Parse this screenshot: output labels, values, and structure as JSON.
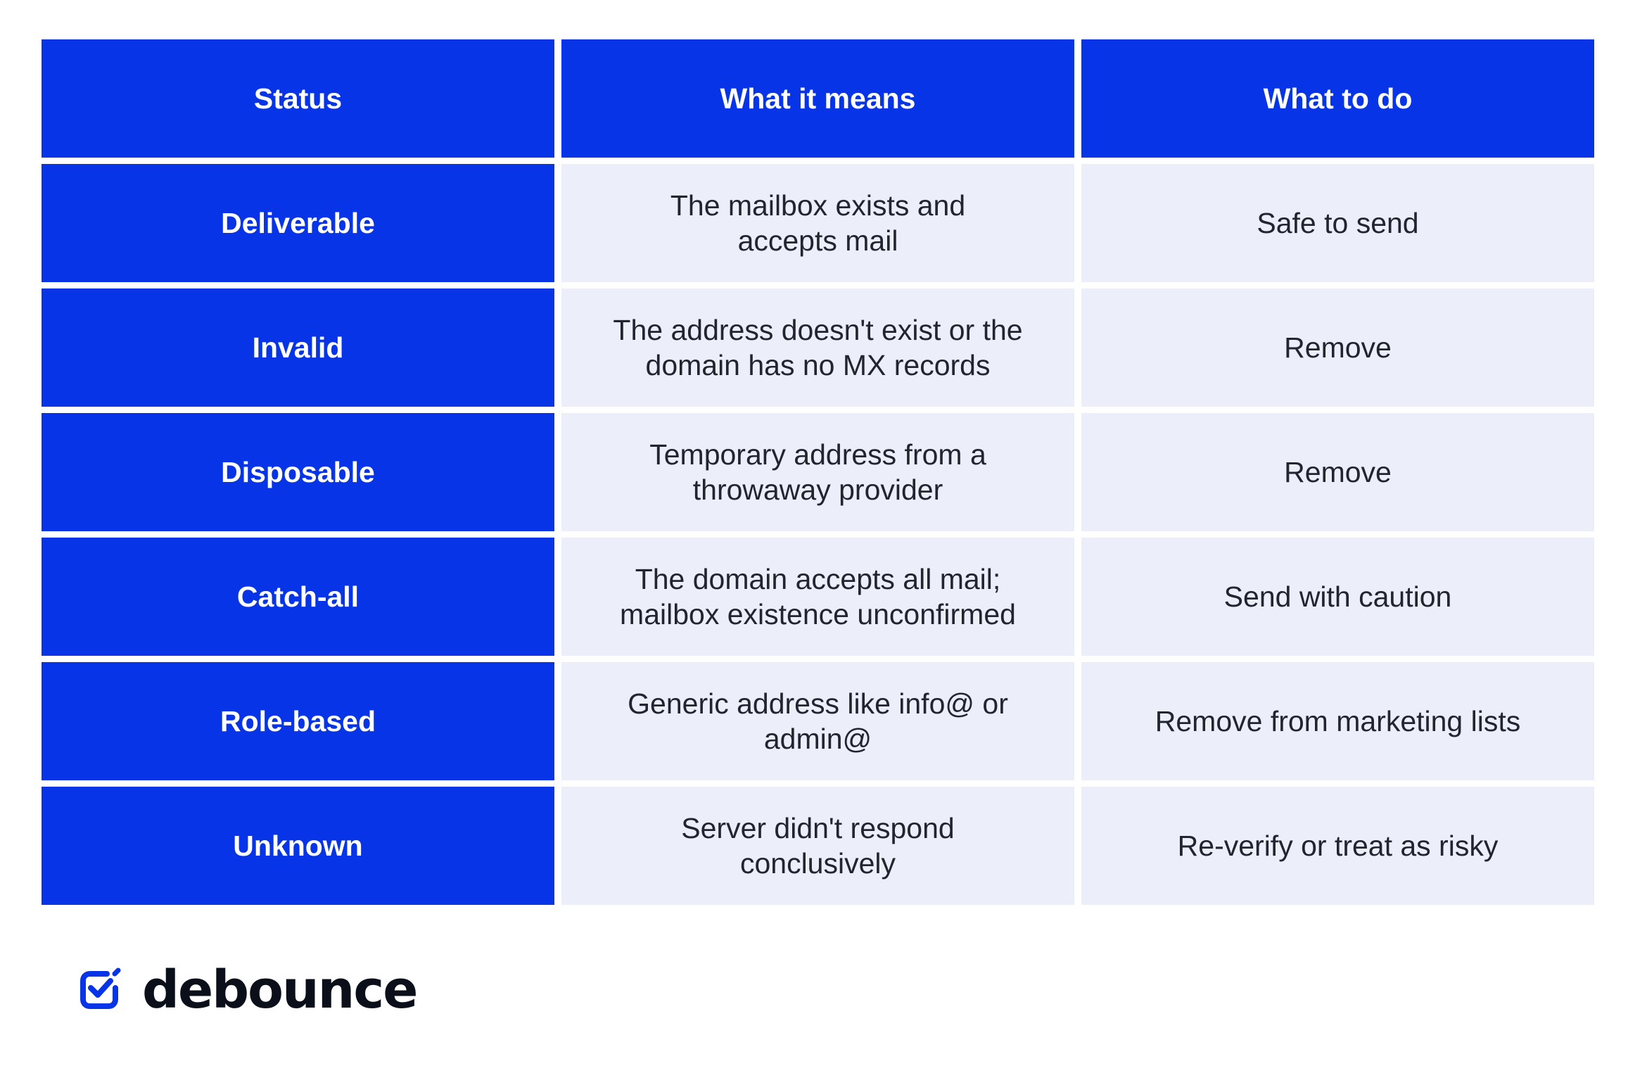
{
  "table": {
    "headers": [
      "Status",
      "What it means",
      "What to do"
    ],
    "rows": [
      {
        "status": "Deliverable",
        "meaning": "The mailbox exists and accepts mail",
        "action": "Safe to send"
      },
      {
        "status": "Invalid",
        "meaning": "The address doesn't exist or the domain has no MX records",
        "action": "Remove"
      },
      {
        "status": "Disposable",
        "meaning": "Temporary address from a throwaway provider",
        "action": "Remove"
      },
      {
        "status": "Catch-all",
        "meaning": "The domain accepts all mail; mailbox existence unconfirmed",
        "action": "Send with caution"
      },
      {
        "status": "Role-based",
        "meaning": "Generic address like info@ or admin@",
        "action": "Remove from marketing lists"
      },
      {
        "status": "Unknown",
        "meaning": "Server didn't respond conclusively",
        "action": "Re-verify or treat as risky"
      }
    ]
  },
  "brand": {
    "name": "debounce",
    "icon": "checkbox-check-icon",
    "accent_color": "#0634e6",
    "cell_color": "#eceff9",
    "text_color": "#202530"
  }
}
